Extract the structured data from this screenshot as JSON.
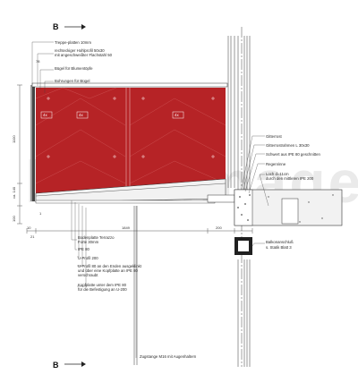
{
  "section_marks": {
    "top": "B",
    "bottom": "B"
  },
  "watermark": "buildimage",
  "labels_top_left": [
    "Treppe-platten 10mm",
    "rechteckiger Hohlprofil 50x30",
    "mit angeschweißter Flachstahl 50",
    "Bügel für Blumentöpfe",
    "Bohrungen für Bügel"
  ],
  "labels_right": [
    "Gitterrost",
    "Gitterrostrahmen L 30x30",
    "Schwert aus IPE 80 geschnitten",
    "Regenrinne",
    "Loch d=11cm",
    "durch den mittleren IPE 200"
  ],
  "labels_bottom_right": [
    "Balkonanschluß",
    "s. Statik Blatt 3"
  ],
  "labels_bottom": [
    "Bodenplatte Terrazzo",
    "Forte 30mm",
    "IPE 80",
    "U-Profil 200",
    "U-Profil 80 an den Enden ausgeklinkt",
    "und über eine Kopfplatte an IPE 80",
    "verschraubt",
    "Kopfplatte unter dem IPE 80",
    "für die Befestigung an U-200",
    "Zugstange M16 mit Augenhaltern"
  ],
  "box_labels": [
    "4x",
    "4x",
    "4x"
  ],
  "dimensions": {
    "height_upper": "1100",
    "height_lower": "100",
    "height_mid": "ca. 140",
    "width_main": "1849",
    "width_right": "200",
    "bottom_a": "21",
    "bottom_b": "10",
    "side_a": "78",
    "side_b": "1"
  },
  "colors": {
    "panel": "#b62326",
    "panel_line": "#e6a1a1",
    "line": "#333333",
    "wall_light": "#f2f2f2",
    "wall_dark": "#202020"
  }
}
